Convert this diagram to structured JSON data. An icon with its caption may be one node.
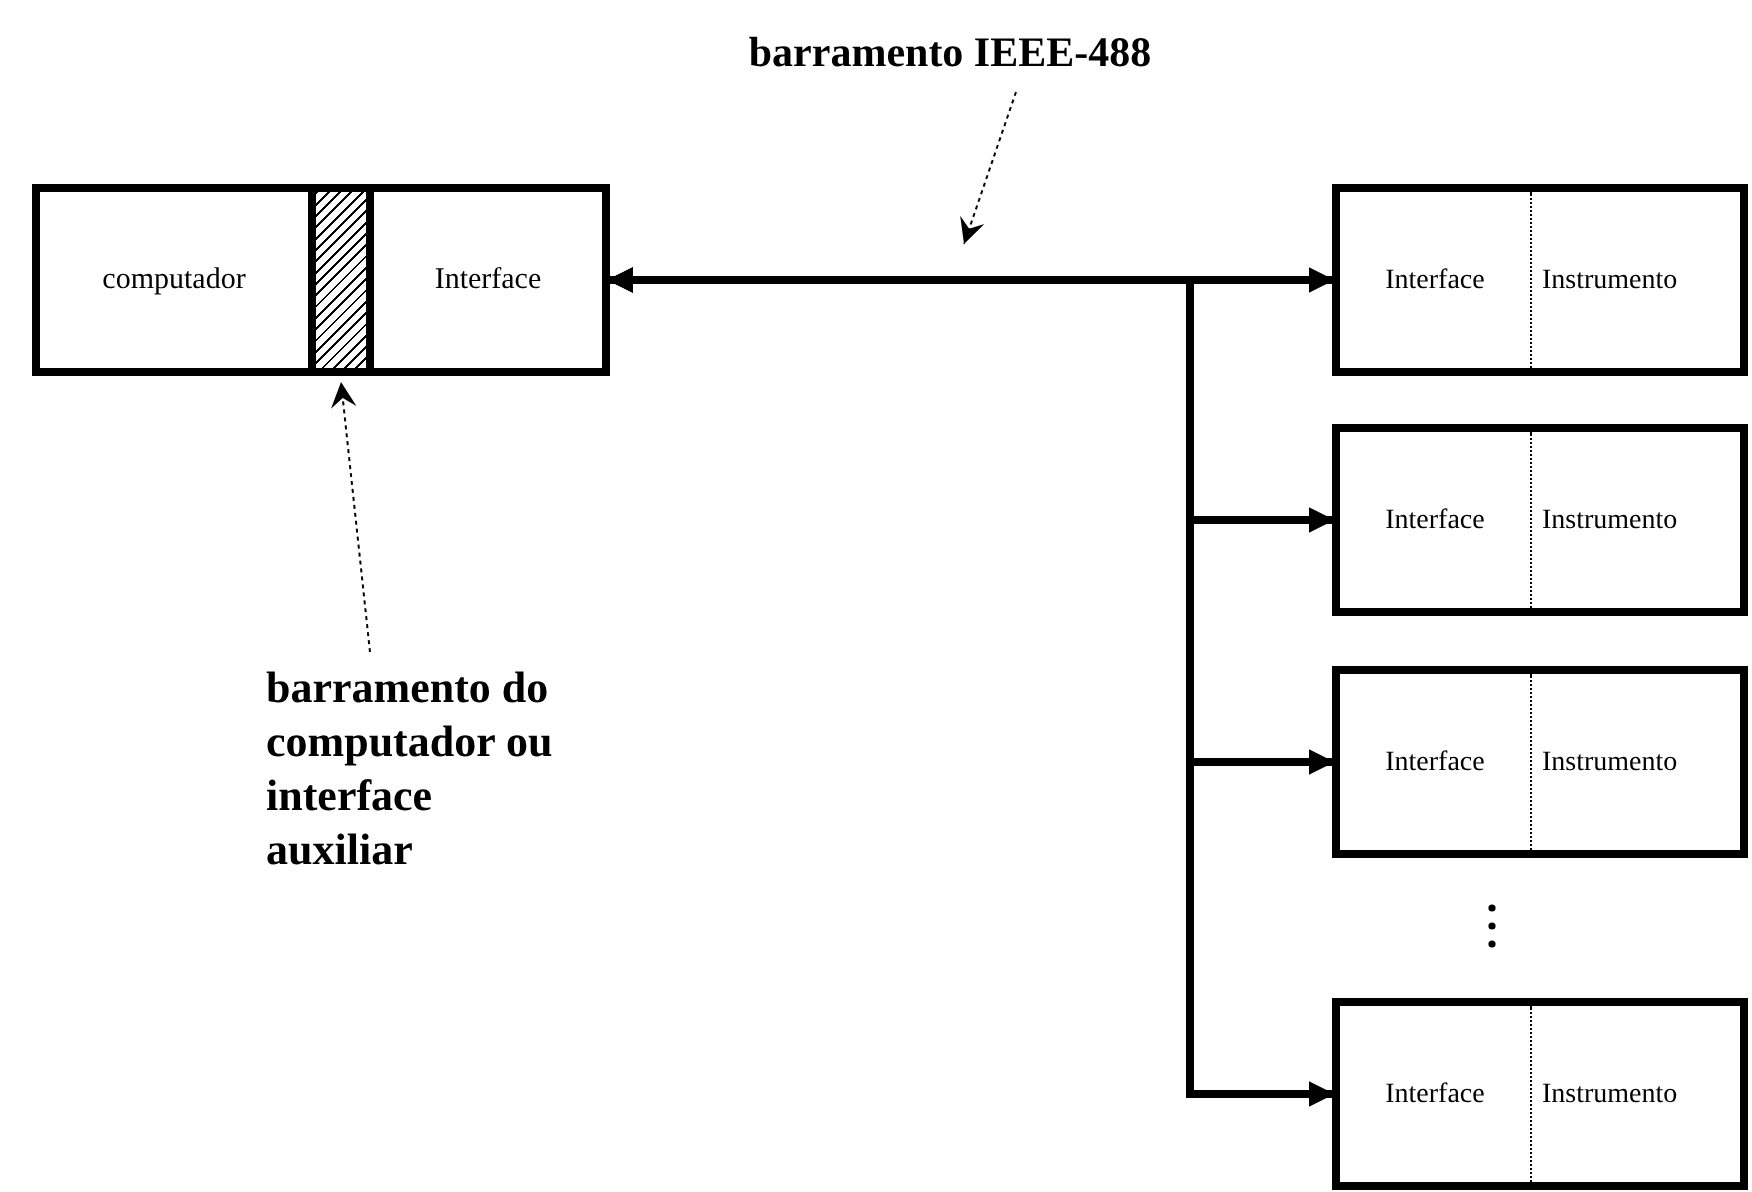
{
  "diagram": {
    "nodes": [
      {
        "text": [
          "computador"
        ]
      },
      {
        "text": [],
        "shape": "bar"
      },
      {
        "text": [
          "Interface"
        ]
      },
      {
        "text": [
          "Interface",
          "Instrumento"
        ]
      },
      {
        "text": [
          "Interface",
          "Instrumento"
        ]
      },
      {
        "text": [
          "Interface",
          "Instrumento"
        ]
      },
      {
        "text": [
          "Interface",
          "Instrumento"
        ]
      },
      {
        "text": [
          "barramento IEEE-488"
        ]
      },
      {
        "text": [
          "barramento do computador ou interface auxiliar"
        ]
      }
    ],
    "edges": [
      {
        "from": 2,
        "to": 3,
        "arrow": "both"
      },
      {
        "from": 2,
        "to": 4,
        "arrow": "both"
      },
      {
        "from": 2,
        "to": 5,
        "arrow": "both"
      },
      {
        "from": 2,
        "to": 6,
        "arrow": "both"
      },
      {
        "from": 7,
        "to": null,
        "arrow": "to",
        "style": "dashed"
      },
      {
        "from": 8,
        "to": 1,
        "arrow": "to",
        "style": "dashed"
      }
    ]
  }
}
